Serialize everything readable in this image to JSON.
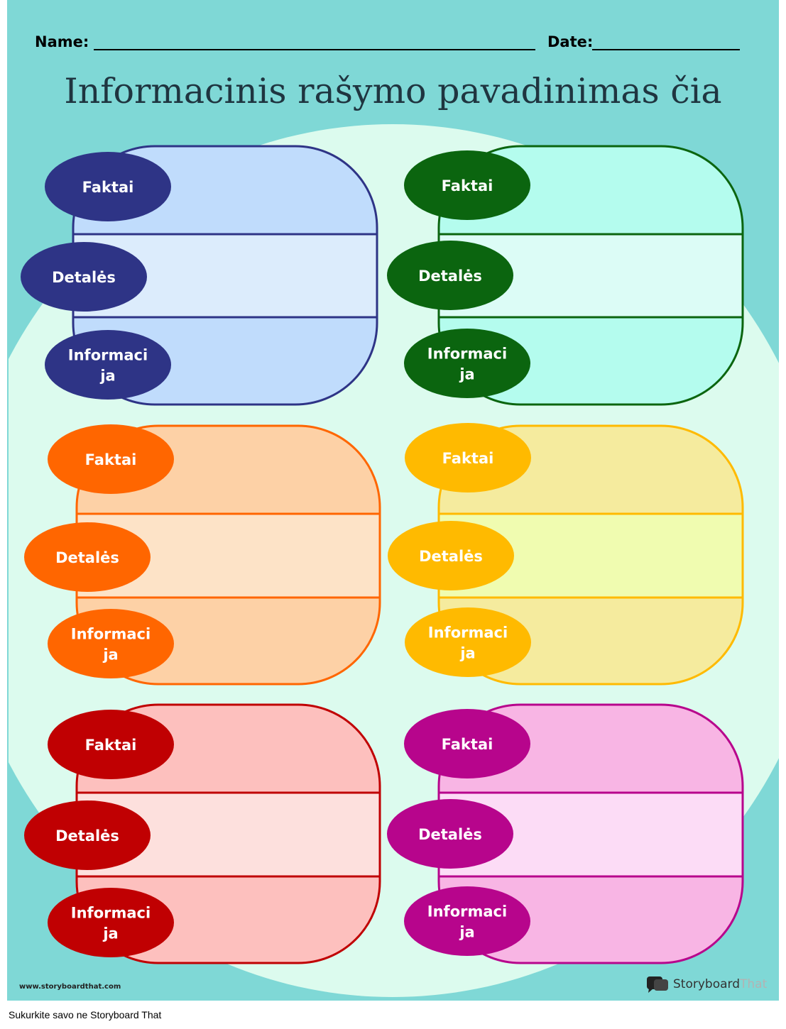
{
  "header": {
    "name_label": "Name:",
    "date_label": "Date:",
    "title": "Informacinis rašymo pavadinimas čia"
  },
  "colors": {
    "page_band": "#7fd8d6",
    "page_inner": "#dcfbee"
  },
  "organizers": [
    {
      "color": "#2e3486",
      "fill_dark": "#c0dcfc",
      "fill_light": "#dcecfc",
      "rows": [
        {
          "label_lines": [
            "Faktai"
          ]
        },
        {
          "label_lines": [
            "Detalės"
          ]
        },
        {
          "label_lines": [
            "Informaci",
            "ja"
          ]
        }
      ]
    },
    {
      "color": "#0b650f",
      "fill_dark": "#b4fcee",
      "fill_light": "#dcfcf6",
      "rows": [
        {
          "label_lines": [
            "Faktai"
          ]
        },
        {
          "label_lines": [
            "Detalės"
          ]
        },
        {
          "label_lines": [
            "Informaci",
            "ja"
          ]
        }
      ]
    },
    {
      "color": "#ff6600",
      "fill_dark": "#fdd1a6",
      "fill_light": "#fde3c7",
      "rows": [
        {
          "label_lines": [
            "Faktai"
          ]
        },
        {
          "label_lines": [
            "Detalės"
          ]
        },
        {
          "label_lines": [
            "Informaci",
            "ja"
          ]
        }
      ]
    },
    {
      "color": "#ffba00",
      "fill_dark": "#f5eb9e",
      "fill_light": "#f0fcb0",
      "rows": [
        {
          "label_lines": [
            "Faktai"
          ]
        },
        {
          "label_lines": [
            "Detalės"
          ]
        },
        {
          "label_lines": [
            "Informaci",
            "ja"
          ]
        }
      ]
    },
    {
      "color": "#c00002",
      "fill_dark": "#fdc0be",
      "fill_light": "#fde0dd",
      "rows": [
        {
          "label_lines": [
            "Faktai"
          ]
        },
        {
          "label_lines": [
            "Detalės"
          ]
        },
        {
          "label_lines": [
            "Informaci",
            "ja"
          ]
        }
      ]
    },
    {
      "color": "#b7058c",
      "fill_dark": "#f8b5e4",
      "fill_light": "#fcdcf6",
      "rows": [
        {
          "label_lines": [
            "Faktai"
          ]
        },
        {
          "label_lines": [
            "Detalės"
          ]
        },
        {
          "label_lines": [
            "Informaci",
            "ja"
          ]
        }
      ]
    }
  ],
  "footer": {
    "site": "www.storyboardthat.com",
    "brand_story": "Storyboard",
    "brand_that": "That",
    "logo_icon": "speech-bubble-icon",
    "credit": "Sukurkite savo ne Storyboard That"
  }
}
